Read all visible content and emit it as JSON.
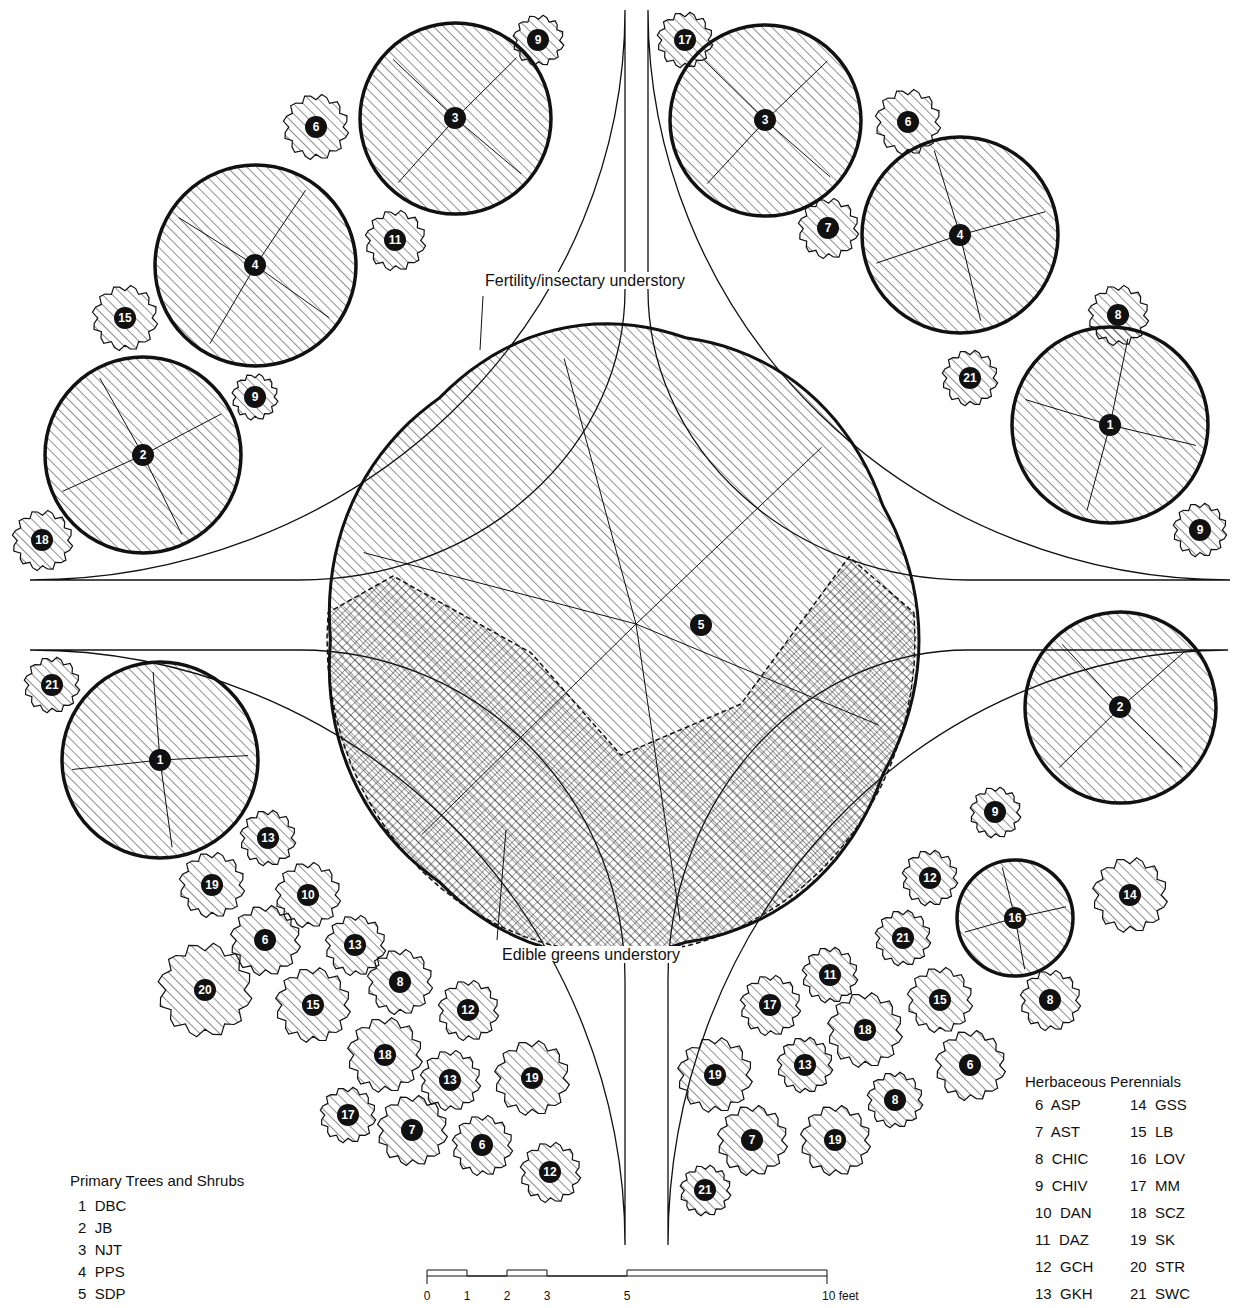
{
  "diagram": {
    "nodes": [
      {
        "text": [
          "9"
        ]
      },
      {
        "text": [
          "3"
        ]
      },
      {
        "text": [
          "6"
        ]
      },
      {
        "text": [
          "4"
        ]
      },
      {
        "text": [
          "11"
        ]
      },
      {
        "text": [
          "15"
        ]
      },
      {
        "text": [
          "2"
        ]
      },
      {
        "text": [
          "9"
        ]
      },
      {
        "text": [
          "18"
        ]
      },
      {
        "text": [
          "17"
        ]
      },
      {
        "text": [
          "3"
        ]
      },
      {
        "text": [
          "6"
        ]
      },
      {
        "text": [
          "7"
        ]
      },
      {
        "text": [
          "4"
        ]
      },
      {
        "text": [
          "8"
        ]
      },
      {
        "text": [
          "21"
        ]
      },
      {
        "text": [
          "1"
        ]
      },
      {
        "text": [
          "9"
        ]
      },
      {
        "text": [
          "5"
        ]
      },
      {
        "text": [
          "21"
        ]
      },
      {
        "text": [
          "1"
        ]
      },
      {
        "text": [
          "13"
        ]
      },
      {
        "text": [
          "19"
        ]
      },
      {
        "text": [
          "10"
        ]
      },
      {
        "text": [
          "6"
        ]
      },
      {
        "text": [
          "13"
        ]
      },
      {
        "text": [
          "20"
        ]
      },
      {
        "text": [
          "8"
        ]
      },
      {
        "text": [
          "15"
        ]
      },
      {
        "text": [
          "12"
        ]
      },
      {
        "text": [
          "18"
        ]
      },
      {
        "text": [
          "13"
        ]
      },
      {
        "text": [
          "19"
        ]
      },
      {
        "text": [
          "17"
        ]
      },
      {
        "text": [
          "7"
        ]
      },
      {
        "text": [
          "6"
        ]
      },
      {
        "text": [
          "12"
        ]
      },
      {
        "text": [
          "2"
        ]
      },
      {
        "text": [
          "9"
        ]
      },
      {
        "text": [
          "12"
        ]
      },
      {
        "text": [
          "16"
        ]
      },
      {
        "text": [
          "14"
        ]
      },
      {
        "text": [
          "21"
        ]
      },
      {
        "text": [
          "8"
        ]
      },
      {
        "text": [
          "11"
        ]
      },
      {
        "text": [
          "15"
        ]
      },
      {
        "text": [
          "17"
        ]
      },
      {
        "text": [
          "18"
        ]
      },
      {
        "text": [
          "6"
        ]
      },
      {
        "text": [
          "19"
        ]
      },
      {
        "text": [
          "13"
        ]
      },
      {
        "text": [
          "8"
        ]
      },
      {
        "text": [
          "7"
        ]
      },
      {
        "text": [
          "19"
        ]
      },
      {
        "text": [
          "21"
        ]
      }
    ],
    "labels": [
      "Fertility/insectary understory",
      "Edible greens understory",
      "Primary Trees and Shrubs",
      "1  DBC",
      "2  JB",
      "3  NJT",
      "4  PPS",
      "5  SDP",
      "0",
      "1",
      "2",
      "3",
      "5",
      "10 feet",
      "Herbaceous Perennials",
      "6  ASP",
      "7  AST",
      "8  CHIC",
      "9  CHIV",
      "10  DAN",
      "11  DAZ",
      "12  GCH",
      "13  GKH",
      "14  GSS",
      "15  LB",
      "16  LOV",
      "17  MM",
      "18  SCZ",
      "19  SK",
      "20  STR",
      "21  SWC"
    ]
  }
}
